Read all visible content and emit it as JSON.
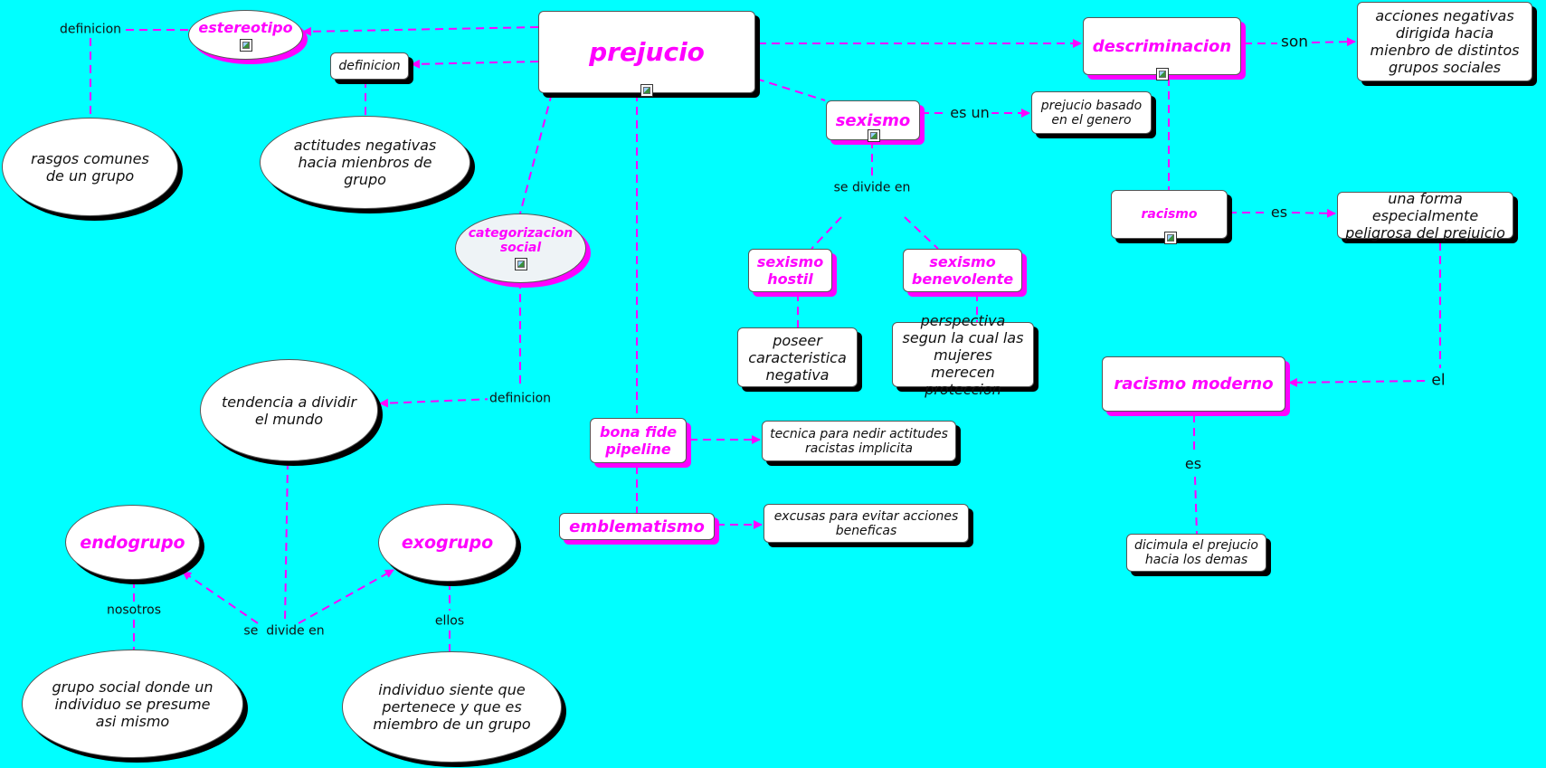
{
  "concepts": {
    "prejucio": "prejucio",
    "estereotipo": "estereotipo",
    "definicion_box": "definicion",
    "rasgos": "rasgos comunes de un grupo",
    "actitudes": "actitudes negativas hacia mienbros de grupo",
    "categorizacion": "categorizacion social",
    "tendencia": "tendencia a dividir el mundo",
    "endogrupo": "endogrupo",
    "exogrupo": "exogrupo",
    "grupo_social": "grupo social donde un individuo se presume asi mismo",
    "individuo": "individuo siente que pertenece y que es miembro de un grupo",
    "bona_fide": "bona fide pipeline",
    "tecnica": "tecnica para nedir actitudes racistas implicita",
    "emblematismo": "emblematismo",
    "excusas": "excusas para evitar acciones beneficas",
    "sexismo": "sexismo",
    "prejuicio_genero": "prejucio basado en el genero",
    "sexismo_hostil": "sexismo hostil",
    "sexismo_benevolente": "sexismo benevolente",
    "poseer": "poseer caracteristica negativa",
    "perspectiva": "perspectiva segun la cual las mujeres merecen proteccion",
    "descriminacion": "descriminacion",
    "acciones": "acciones negativas dirigida hacia mienbro de distintos grupos sociales",
    "racismo": "racismo",
    "forma": "una forma especialmente peligrosa del prejuicio",
    "racismo_moderno": "racismo moderno",
    "dicimula": "dicimula el prejucio hacia los demas"
  },
  "links": {
    "definicion_estereotipo": "definicion",
    "definicion_categorizacion": "definicion",
    "se_divide_en_grupo": "se  divide en",
    "nosotros": "nosotros",
    "ellos": "ellos",
    "es_un": "es un",
    "se_divide_en_sexismo": "se divide en",
    "son": "son",
    "es_racismo": "es",
    "el": "el",
    "es_moderno": "es"
  },
  "colors": {
    "background": "#00ffff",
    "concept": "#ff00ff",
    "link": "#ff00ff"
  },
  "icons": [
    "image-icon",
    "document-icon"
  ]
}
